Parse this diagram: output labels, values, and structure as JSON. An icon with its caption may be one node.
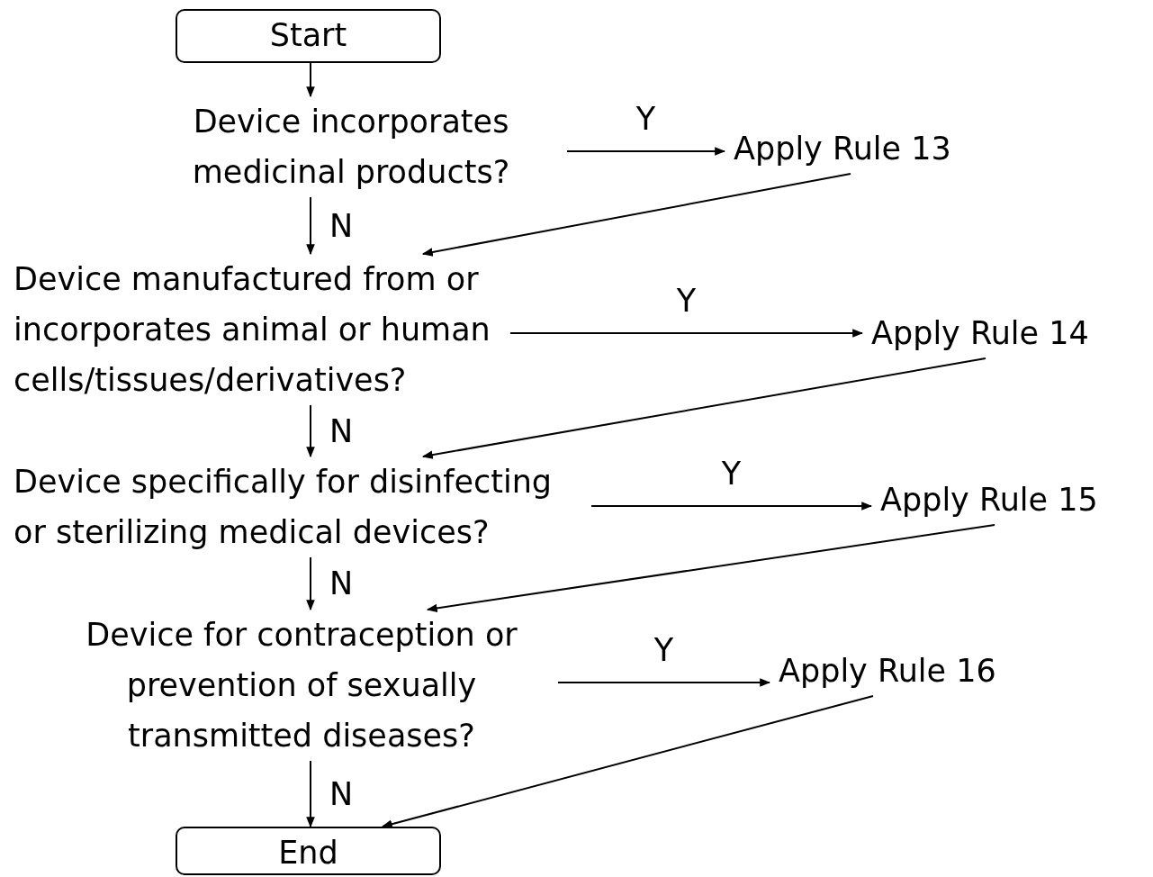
{
  "diagram": {
    "nodes": [
      {
        "text": [
          "Start"
        ]
      },
      {
        "text": [
          "Device incorporates medicinal products?"
        ]
      },
      {
        "text": [
          "Apply Rule 13"
        ]
      },
      {
        "text": [
          "Device manufactured from or incorporates animal or human cells/tissues/derivatives?"
        ]
      },
      {
        "text": [
          "Apply Rule 14"
        ]
      },
      {
        "text": [
          "Device specifically for disinfecting or sterilizing medical devices?"
        ]
      },
      {
        "text": [
          "Apply Rule 15"
        ]
      },
      {
        "text": [
          "Device for contraception or prevention of sexually transmitted diseases?"
        ]
      },
      {
        "text": [
          "Apply Rule 16"
        ]
      },
      {
        "text": [
          "End"
        ]
      }
    ],
    "edges": [
      {
        "from": 0,
        "to": 1,
        "arrow": "to"
      },
      {
        "from": 1,
        "to": 2,
        "arrow": "to",
        "label": "Y"
      },
      {
        "from": 1,
        "to": 3,
        "arrow": "to",
        "label": "N"
      },
      {
        "from": 2,
        "to": 3,
        "arrow": "to"
      },
      {
        "from": 3,
        "to": 4,
        "arrow": "to",
        "label": "Y"
      },
      {
        "from": 3,
        "to": 5,
        "arrow": "to",
        "label": "N"
      },
      {
        "from": 4,
        "to": 5,
        "arrow": "to"
      },
      {
        "from": 5,
        "to": 6,
        "arrow": "to",
        "label": "Y"
      },
      {
        "from": 5,
        "to": 7,
        "arrow": "to",
        "label": "N"
      },
      {
        "from": 6,
        "to": 7,
        "arrow": "to"
      },
      {
        "from": 7,
        "to": 8,
        "arrow": "to",
        "label": "Y"
      },
      {
        "from": 7,
        "to": 9,
        "arrow": "to",
        "label": "N"
      },
      {
        "from": 8,
        "to": 9,
        "arrow": "to"
      }
    ]
  }
}
